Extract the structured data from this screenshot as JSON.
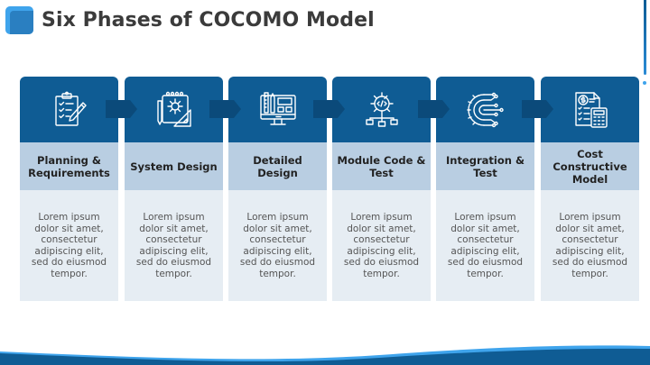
{
  "header": {
    "title": "Six Phases of COCOMO Model"
  },
  "colors": {
    "dark_blue": "#0f5c94",
    "header_blue": "#b9cee2",
    "body_blue": "#e6edf3",
    "accent": "#3fa4ec",
    "arrow": "#0b4a7a"
  },
  "phases": [
    {
      "icon": "clipboard-checklist-icon",
      "title": "Planning & Requirements",
      "text": "Lorem ipsum dolor sit amet, consectetur adipiscing elit, sed do eiusmod tempor."
    },
    {
      "icon": "design-gear-ruler-icon",
      "title": "System Design",
      "text": "Lorem ipsum dolor sit amet, consectetur adipiscing elit, sed do eiusmod tempor."
    },
    {
      "icon": "monitor-design-tools-icon",
      "title": "Detailed Design",
      "text": "Lorem ipsum dolor sit amet, consectetur adipiscing elit, sed do eiusmod tempor."
    },
    {
      "icon": "code-gear-network-icon",
      "title": "Module Code & Test",
      "text": "Lorem ipsum dolor sit amet, consectetur adipiscing elit, sed do eiusmod tempor."
    },
    {
      "icon": "gear-circuit-icon",
      "title": "Integration & Test",
      "text": "Lorem ipsum dolor sit amet, consectetur adipiscing elit, sed do eiusmod tempor."
    },
    {
      "icon": "invoice-calculator-icon",
      "title": "Cost Constructive Model",
      "text": "Lorem ipsum dolor sit amet, consectetur adipiscing elit, sed do eiusmod tempor."
    }
  ]
}
